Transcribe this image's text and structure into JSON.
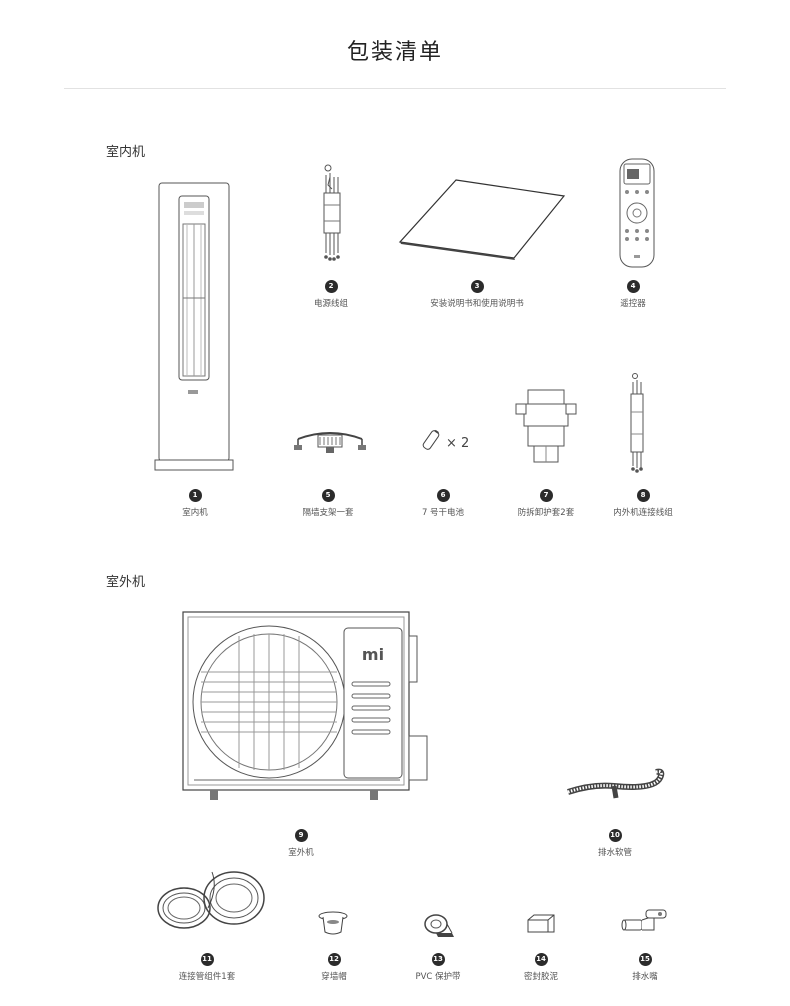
{
  "title": "包装清单",
  "indoor_heading": "室内机",
  "outdoor_heading": "室外机",
  "battery_qty": "× 2",
  "items": [
    {
      "num": "1",
      "label": "室内机"
    },
    {
      "num": "2",
      "label": "电源线组"
    },
    {
      "num": "3",
      "label": "安装说明书和使用说明书"
    },
    {
      "num": "4",
      "label": "遥控器"
    },
    {
      "num": "5",
      "label": "隔墙支架一套"
    },
    {
      "num": "6",
      "label": "7 号干电池"
    },
    {
      "num": "7",
      "label": "防拆卸护套2套"
    },
    {
      "num": "8",
      "label": "内外机连接线组"
    },
    {
      "num": "9",
      "label": "室外机"
    },
    {
      "num": "10",
      "label": "排水软管"
    },
    {
      "num": "11",
      "label": "连接管组件1套"
    },
    {
      "num": "12",
      "label": "穿墙帽"
    },
    {
      "num": "13",
      "label": "PVC 保护带"
    },
    {
      "num": "14",
      "label": "密封胶泥"
    },
    {
      "num": "15",
      "label": "排水嘴"
    }
  ]
}
